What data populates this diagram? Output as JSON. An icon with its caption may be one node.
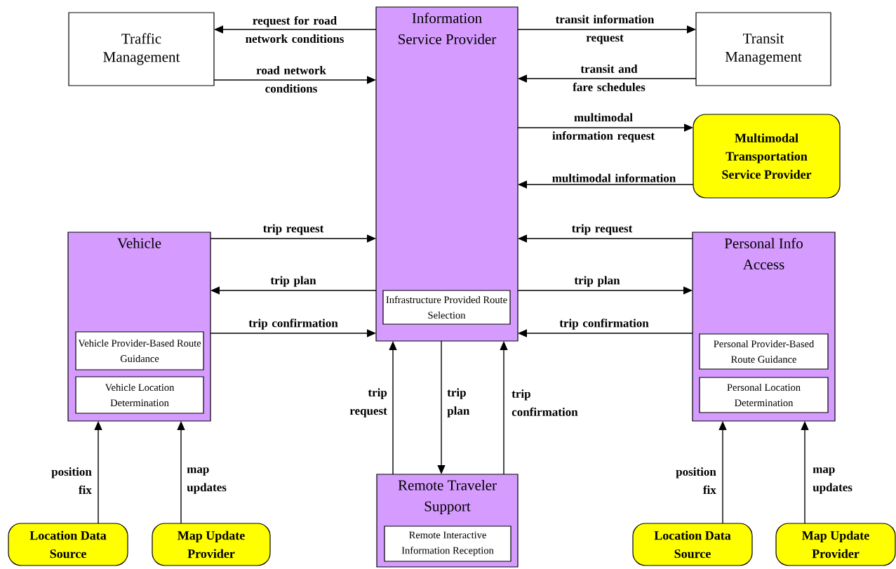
{
  "diagram": {
    "nodes": [
      {
        "text": [
          "Traffic Management"
        ]
      },
      {
        "text": [
          "Information Service Provider"
        ]
      },
      {
        "text": [
          "Infrastructure Provided Route Selection"
        ],
        "in": 1
      },
      {
        "text": [
          "Transit Management"
        ]
      },
      {
        "text": [
          "Multimodal Transportation Service Provider"
        ]
      },
      {
        "text": [
          "Vehicle"
        ]
      },
      {
        "text": [
          "Vehicle Provider-Based Route Guidance"
        ],
        "in": 5
      },
      {
        "text": [
          "Vehicle Location Determination"
        ],
        "in": 5
      },
      {
        "text": [
          "Personal Info Access"
        ]
      },
      {
        "text": [
          "Personal Provider-Based Route Guidance"
        ],
        "in": 8
      },
      {
        "text": [
          "Personal Location Determination"
        ],
        "in": 8
      },
      {
        "text": [
          "Remote Traveler Support"
        ]
      },
      {
        "text": [
          "Remote Interactive Information Reception"
        ],
        "in": 11
      },
      {
        "text": [
          "Location Data Source"
        ]
      },
      {
        "text": [
          "Map Update Provider"
        ]
      },
      {
        "text": [
          "Location Data Source"
        ]
      },
      {
        "text": [
          "Map Update Provider"
        ]
      }
    ],
    "edges": [
      {
        "from": 1,
        "to": 0,
        "arrow": "to",
        "label": "request for road network conditions"
      },
      {
        "from": 0,
        "to": 1,
        "arrow": "to",
        "label": "road network conditions"
      },
      {
        "from": 1,
        "to": 3,
        "arrow": "to",
        "label": "transit information request"
      },
      {
        "from": 3,
        "to": 1,
        "arrow": "to",
        "label": "transit and fare schedules"
      },
      {
        "from": 1,
        "to": 4,
        "arrow": "to",
        "label": "multimodal information request"
      },
      {
        "from": 4,
        "to": 1,
        "arrow": "to",
        "label": "multimodal information"
      },
      {
        "from": 5,
        "to": 1,
        "arrow": "to",
        "label": "trip request"
      },
      {
        "from": 1,
        "to": 5,
        "arrow": "to",
        "label": "trip plan"
      },
      {
        "from": 5,
        "to": 1,
        "arrow": "to",
        "label": "trip confirmation"
      },
      {
        "from": 8,
        "to": 1,
        "arrow": "to",
        "label": "trip request"
      },
      {
        "from": 1,
        "to": 8,
        "arrow": "to",
        "label": "trip plan"
      },
      {
        "from": 8,
        "to": 1,
        "arrow": "to",
        "label": "trip confirmation"
      },
      {
        "from": 11,
        "to": 1,
        "arrow": "to",
        "label": "trip request"
      },
      {
        "from": 1,
        "to": 11,
        "arrow": "to",
        "label": "trip plan"
      },
      {
        "from": 11,
        "to": 1,
        "arrow": "to",
        "label": "trip confirmation"
      },
      {
        "from": 13,
        "to": 5,
        "arrow": "to",
        "label": "position fix"
      },
      {
        "from": 14,
        "to": 5,
        "arrow": "to",
        "label": "map updates"
      },
      {
        "from": 15,
        "to": 8,
        "arrow": "to",
        "label": "position fix"
      },
      {
        "from": 16,
        "to": 8,
        "arrow": "to",
        "label": "map updates"
      }
    ]
  }
}
